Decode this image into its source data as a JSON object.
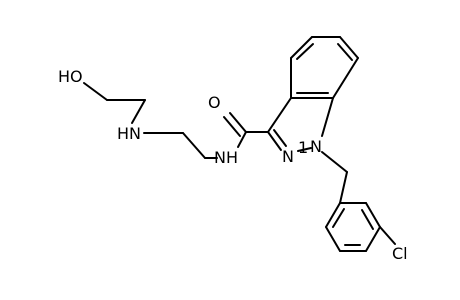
{
  "diagram": {
    "type": "chemical-structure",
    "atom_labels": {
      "hydroxyl": "HO",
      "amine_nh": "HN",
      "amide_nh": "NH",
      "carbonyl_o": "O",
      "indazole_n1": "N",
      "indazole_n2": "N",
      "n1_locant": "1",
      "chlorine": "Cl"
    },
    "colors": {
      "bond": "#000000",
      "label": "#000000",
      "background": "#ffffff"
    }
  }
}
